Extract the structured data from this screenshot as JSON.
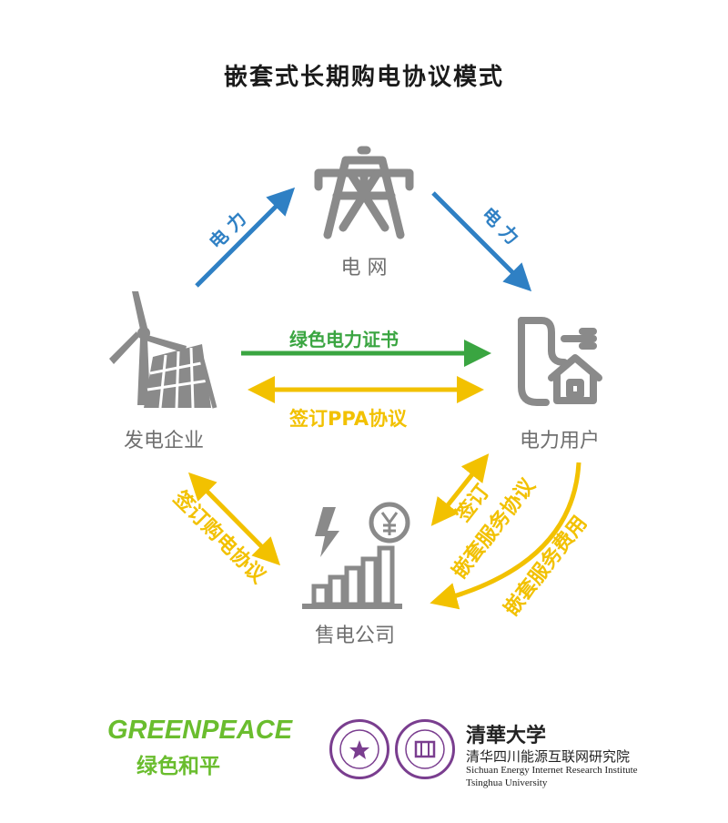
{
  "title": "嵌套式长期购电协议模式",
  "nodes": {
    "grid": "电 网",
    "generator": "发电企业",
    "user": "电力用户",
    "retailer": "售电公司"
  },
  "flows": {
    "power_left": "电 力",
    "power_right": "电 力",
    "green_cert": "绿色电力证书",
    "ppa": "签订PPA协议",
    "purchase": "签订购电协议",
    "nested_service_line1": "签订",
    "nested_service_line2": "嵌套服务协议",
    "nested_fee": "嵌套服务费用"
  },
  "logos": {
    "greenpeace_en": "GREENPEACE",
    "greenpeace_cn": "绿色和平",
    "tsinghua_cn": "清華大学",
    "institute_cn": "清华四川能源互联网研究院",
    "institute_en1": "Sichuan Energy Internet Research Institute",
    "institute_en2": "Tsinghua University"
  },
  "colors": {
    "blue": "#2f80c4",
    "green": "#3aa541",
    "yellow": "#f2c100",
    "icon_gray": "#8a8a8a",
    "purple": "#7a3e8f"
  },
  "icons": [
    "power-tower-icon",
    "wind-solar-icon",
    "house-plug-icon",
    "lightning-yen-bars-icon"
  ]
}
